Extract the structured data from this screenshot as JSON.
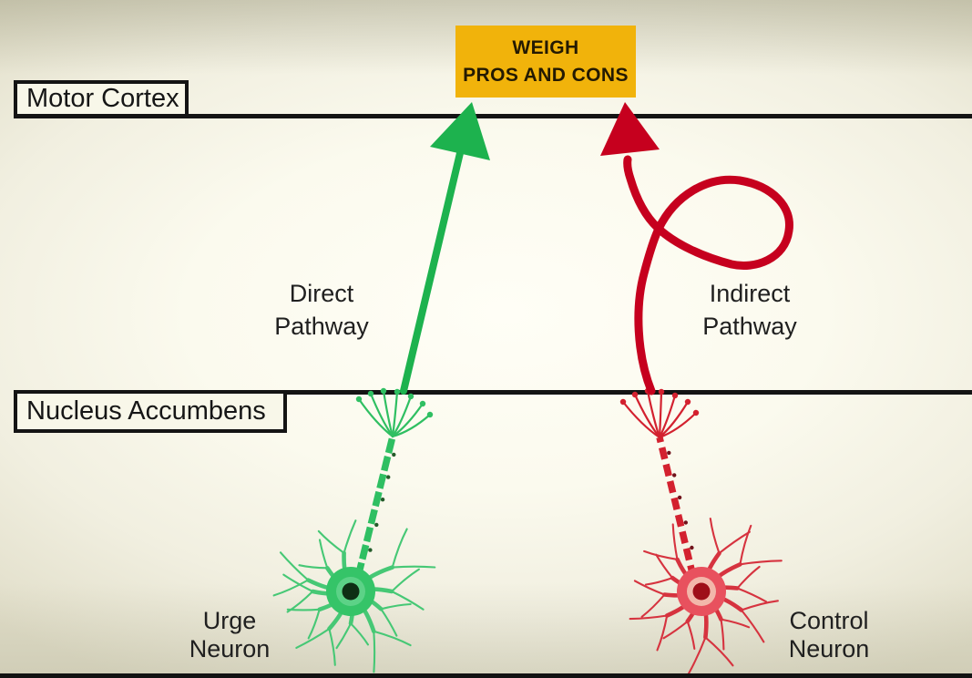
{
  "weigh_box": {
    "line1": "WEIGH",
    "line2": "PROS AND CONS"
  },
  "regions": {
    "motor_cortex": "Motor Cortex",
    "nucleus_accumbens": "Nucleus Accumbens"
  },
  "pathways": {
    "direct": {
      "line1": "Direct",
      "line2": "Pathway"
    },
    "indirect": {
      "line1": "Indirect",
      "line2": "Pathway"
    }
  },
  "neurons": {
    "urge": {
      "line1": "Urge",
      "line2": "Neuron"
    },
    "control": {
      "line1": "Control",
      "line2": "Neuron"
    }
  },
  "colors": {
    "direct_pathway_green": "#1db24e",
    "indirect_pathway_red": "#c6001e",
    "urge_neuron_green": "#2fbf62",
    "control_neuron_red": "#d6333f",
    "weigh_box_yellow": "#f1b30b",
    "region_line_black": "#141414",
    "background_cream": "#f8f7e9",
    "label_text": "#202020"
  }
}
